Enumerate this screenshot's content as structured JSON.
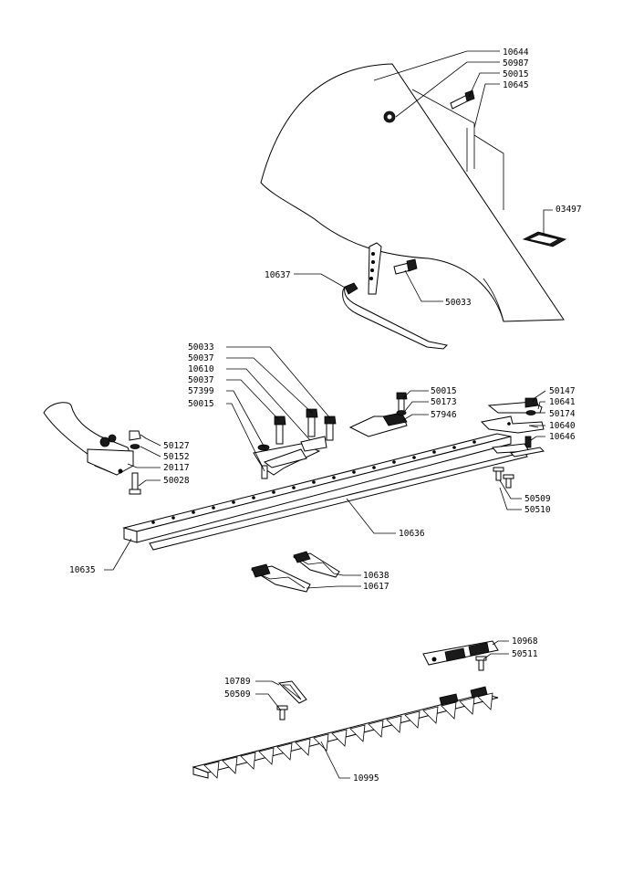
{
  "labels": {
    "l10644": "10644",
    "l50987": "50987",
    "l50015a": "50015",
    "l10645": "10645",
    "l03497": "03497",
    "l10637": "10637",
    "l50033a": "50033",
    "l50033b": "50033",
    "l50037a": "50037",
    "l10610": "10610",
    "l50037b": "50037",
    "l57399": "57399",
    "l50015b": "50015",
    "l50015c": "50015",
    "l50173": "50173",
    "l57946": "57946",
    "l50147": "50147",
    "l10641": "10641",
    "l50174": "50174",
    "l10640": "10640",
    "l10646": "10646",
    "l50127": "50127",
    "l50152": "50152",
    "l20117": "20117",
    "l50028": "50028",
    "l50509a": "50509",
    "l50510": "50510",
    "l10636": "10636",
    "l10635": "10635",
    "l10638": "10638",
    "l10617": "10617",
    "l10968": "10968",
    "l50511": "50511",
    "l10789": "10789",
    "l50509b": "50509",
    "l10995": "10995"
  }
}
